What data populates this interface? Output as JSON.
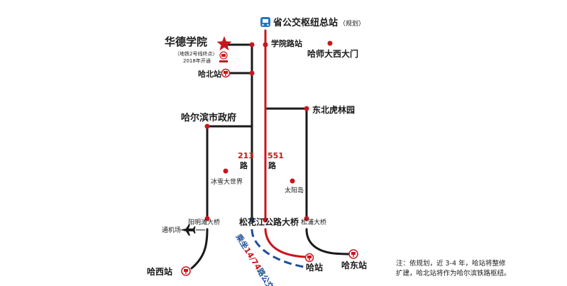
{
  "colors": {
    "route_dark": "#1a1a1a",
    "route_red": "#c8161d",
    "transfer_blue": "#1f4e9c",
    "marker_red": "#c8161d",
    "bus_icon_blue": "#1e78c8"
  },
  "hub": {
    "title": "省公交枢纽总站",
    "note": "（规划）",
    "icon": "bus-icon"
  },
  "places": {
    "huade": "华德学院",
    "huade_note1": "（地铁2号线终点）",
    "huade_note2": "2018年开通",
    "habei": "哈北站",
    "harbin_gov": "哈尔滨市政府",
    "ice_snow": "冰雪大世界",
    "yangmingtan": "阳明滩大桥",
    "airport": "通机场",
    "haxi": "哈西站",
    "songhuajiang": "松花江公路大桥",
    "xueyuan_road": "学院路站",
    "hashida": "哈师大西大门",
    "tiger_park": "东北虎林园",
    "sun_island": "太阳岛",
    "songpu": "松浦大桥",
    "hadong": "哈东站",
    "hazhan": "哈站"
  },
  "routes": {
    "r213_num": "213",
    "r213_suffix": "路",
    "r551_num": "551",
    "r551_suffix": "路"
  },
  "transfer": {
    "p1": "乘坐",
    "p2": "14/74",
    "p3": "路公交车"
  },
  "note": {
    "line1": "注：依规划，近 3-4 年，哈站将整修",
    "line2": "扩建，哈北站将作为哈尔滨铁路枢纽。"
  }
}
